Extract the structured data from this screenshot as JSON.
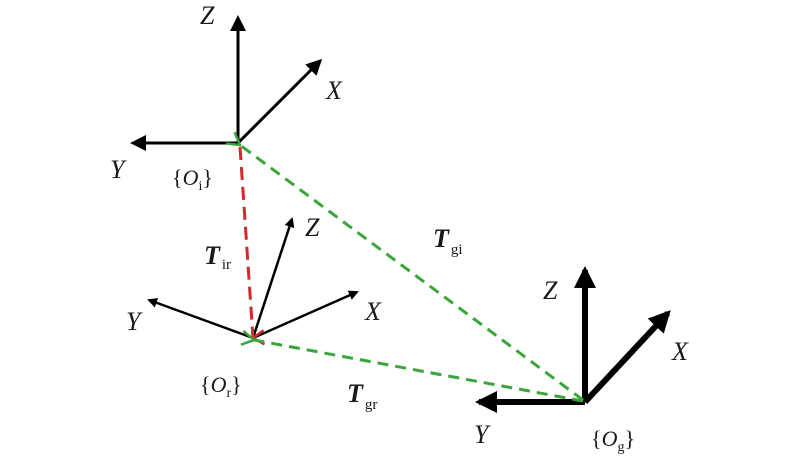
{
  "colors": {
    "axis": "#000000",
    "red_vector": "#d22a2a",
    "green_vector": "#3aa63a",
    "text": "#1a1a1a"
  },
  "frames": {
    "initial": {
      "label_open": "{",
      "label_letter": "O",
      "label_sub": "i",
      "label_close": "}",
      "axis_z": "Z",
      "axis_x": "X",
      "axis_y": "Y"
    },
    "robot": {
      "label_open": "{",
      "label_letter": "O",
      "label_sub": "r",
      "label_close": "}",
      "axis_z": "Z",
      "axis_x": "X",
      "axis_y": "Y"
    },
    "ground": {
      "label_open": "{",
      "label_letter": "O",
      "label_sub": "g",
      "label_close": "}",
      "axis_z": "Z",
      "axis_x": "X",
      "axis_y": "Y"
    }
  },
  "transforms": {
    "ir": {
      "letter": "T",
      "sub": "ir"
    },
    "gi": {
      "letter": "T",
      "sub": "gi"
    },
    "gr": {
      "letter": "T",
      "sub": "gr"
    }
  }
}
